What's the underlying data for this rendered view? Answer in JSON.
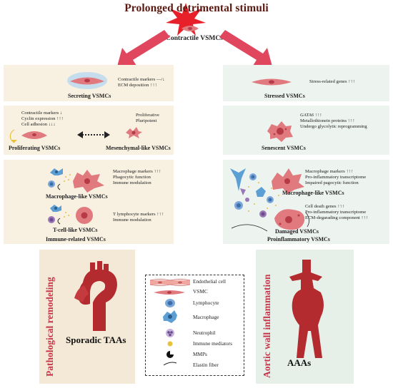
{
  "header": {
    "title": "Prolonged detrimental stimuli",
    "subtitle": "Contractile VSMCs"
  },
  "left": {
    "secreting": {
      "label": "Secreting VSMCs",
      "lines": [
        "Contractile markers —/↓",
        "ECM deposition ↑↑↑"
      ]
    },
    "proliferating": {
      "label": "Proliferating VSMCs",
      "lines": [
        "Contractile markers ↓",
        "Cyclin expression ↑↑↑",
        "Cell adhesion ↓↓↓"
      ]
    },
    "mesenchymal": {
      "label": "Mesenchymal-like VSMCs",
      "lines": [
        "Proliferative",
        "Pluripotent"
      ]
    },
    "immune": {
      "macrophage_label": "Macrophage-like VSMCs",
      "macrophage_lines": [
        "Macrophage markers ↑↑↑",
        "Phagocytic function",
        "Immune modulation"
      ],
      "tcell_label": "T-cell-like VSMCs",
      "tcell_lines": [
        "T lymphocyte markers ↑↑↑",
        "Immune modulation"
      ],
      "group_label": "Immune-related VSMCs"
    }
  },
  "right": {
    "stressed": {
      "label": "Stressed VSMCs",
      "lines": [
        "Stress-related genes ↑↑↑"
      ]
    },
    "senescent": {
      "label": "Senescent VSMCs",
      "gene": "GATA6",
      "gene_arrows": "↑↑↑",
      "lines": [
        "Metallothionein proteins ↑↑↑",
        "Undergo glycolytic reprogramming"
      ]
    },
    "proinflammatory": {
      "macrophage_label": "Macrophage-like VSMCs",
      "macrophage_lines": [
        "Macrophage markers ↑↑↑",
        "Pro-inflammatory transcriptome",
        "Impaired pagocytic function"
      ],
      "damaged_label": "Damaged VSMCs",
      "damaged_lines": [
        "Cell death genes ↑↑↑",
        "Pro-inflammatory transcriptome",
        "ECM-degarading component ↑↑↑"
      ],
      "group_label": "Proinflammatory VSMCs"
    }
  },
  "bottom": {
    "left_vertical": "Pathological remodeling",
    "left_caption": "Sporadic TAAs",
    "right_vertical": "Aortic wall inflammation",
    "right_caption": "AAAs"
  },
  "legend": {
    "items": [
      "Endothelial cell",
      "VSMC",
      "Lymphocyte",
      "Macrophage",
      "Neutrophil",
      "Immune mediators",
      "MMPs",
      "Elastin fiber"
    ]
  },
  "colors": {
    "title": "#5a1a12",
    "arrow": "#e0475f",
    "star": "#e8202a",
    "vsmc": "#e07a7e",
    "macrophage": "#5b9fd4",
    "lymphocyte": "#7aa6d8",
    "neutrophil": "#9a78b8",
    "mediator": "#e8c23a",
    "left_panel": "#f8f1e2",
    "right_panel": "#edf3ef",
    "vertical_text": "#c8364b"
  }
}
